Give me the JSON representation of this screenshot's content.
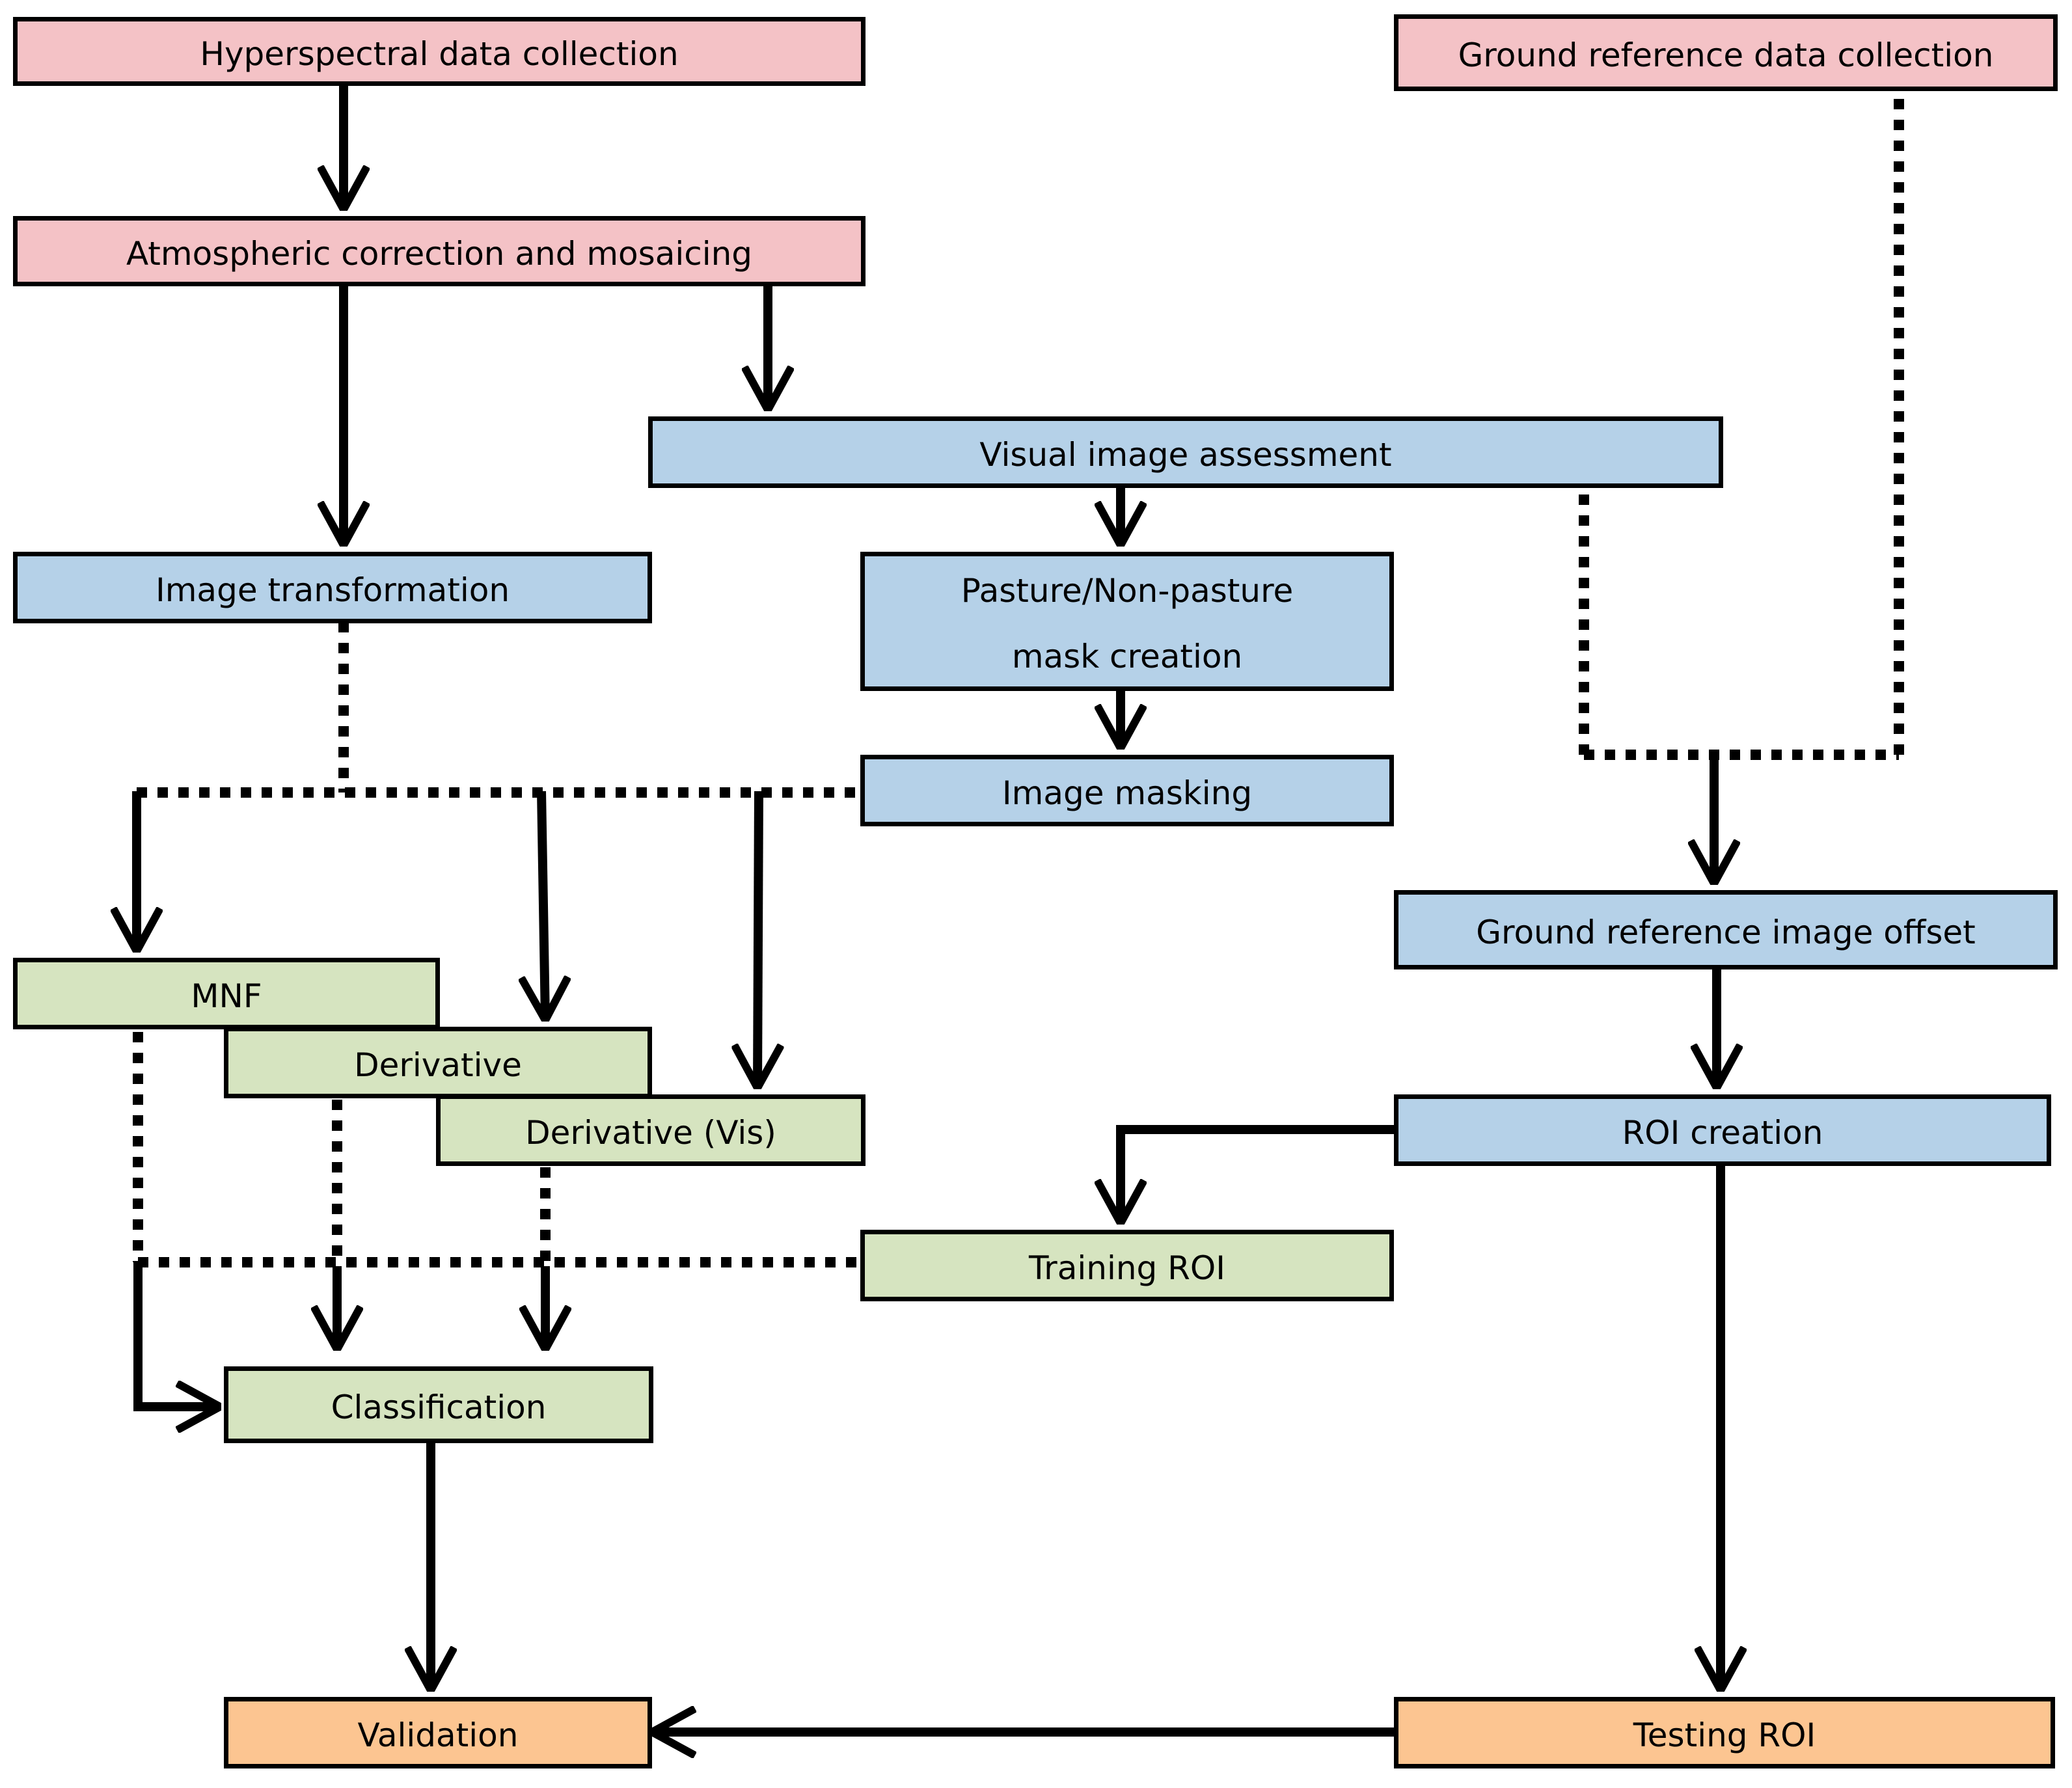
{
  "colors": {
    "pink": "#f4c2c6",
    "blue": "#b5d1e8",
    "green": "#d6e4c0",
    "orange": "#fcc591",
    "line": "#000000"
  },
  "nodes": {
    "hyperspectral": "Hyperspectral data collection",
    "ground_ref": "Ground reference data collection",
    "atmospheric": "Atmospheric correction and mosaicing",
    "visual": "Visual image assessment",
    "image_transform": "Image transformation",
    "pasture_line1": "Pasture/Non-pasture",
    "pasture_line2": "mask creation",
    "image_masking": "Image masking",
    "ground_offset": "Ground reference image offset",
    "mnf": "MNF",
    "derivative": "Derivative",
    "derivative_vis": "Derivative (Vis)",
    "roi_creation": "ROI creation",
    "training_roi": "Training ROI",
    "classification": "Classification",
    "validation": "Validation",
    "testing_roi": "Testing ROI"
  }
}
